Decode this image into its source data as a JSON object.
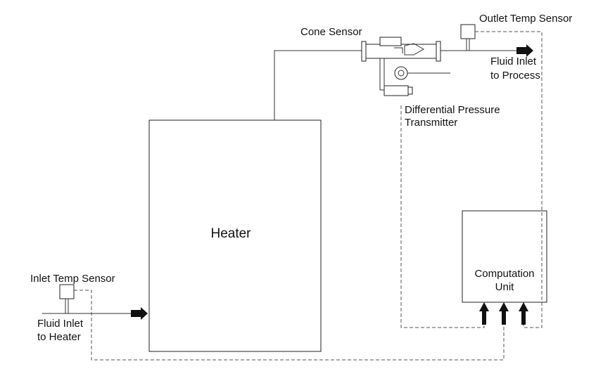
{
  "labels": {
    "cone_sensor": "Cone Sensor",
    "outlet_temp_sensor": "Outlet Temp Sensor",
    "fluid_inlet_process_1": "Fluid Inlet",
    "fluid_inlet_process_2": "to Process",
    "dp_transmitter_1": "Differential Pressure",
    "dp_transmitter_2": "Transmitter",
    "heater": "Heater",
    "computation_unit_1": "Computation",
    "computation_unit_2": "Unit",
    "inlet_temp_sensor": "Inlet Temp Sensor",
    "fluid_inlet_heater_1": "Fluid Inlet",
    "fluid_inlet_heater_2": "to Heater"
  },
  "colors": {
    "stroke": "#333333",
    "dashed_signal": "#555555",
    "arrow": "#111111",
    "background": "#ffffff"
  }
}
